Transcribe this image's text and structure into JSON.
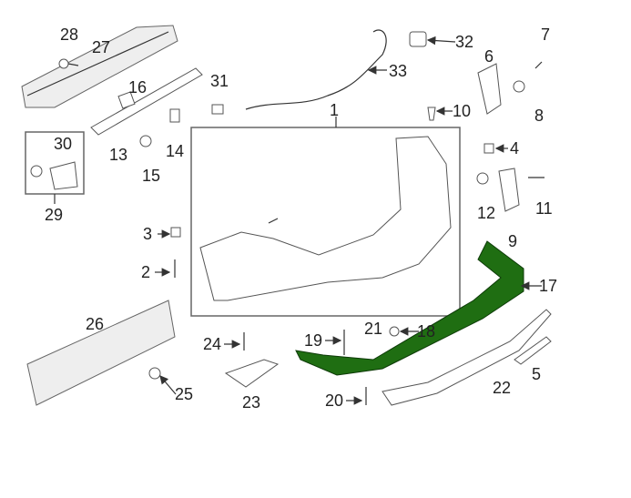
{
  "diagram": {
    "title": "Rear bumper components",
    "highlight_color": "#1f6e12",
    "callouts": {
      "c1": "1",
      "c2": "2",
      "c3": "3",
      "c4": "4",
      "c5": "5",
      "c6": "6",
      "c7": "7",
      "c8": "8",
      "c9": "9",
      "c10": "10",
      "c11": "11",
      "c12": "12",
      "c13": "13",
      "c14": "14",
      "c15": "15",
      "c16": "16",
      "c17": "17",
      "c18": "18",
      "c19": "19",
      "c20": "20",
      "c21": "21",
      "c22": "22",
      "c23": "23",
      "c24": "24",
      "c25": "25",
      "c26": "26",
      "c27": "27",
      "c28": "28",
      "c29": "29",
      "c30": "30",
      "c31": "31",
      "c32": "32",
      "c33": "33"
    }
  }
}
